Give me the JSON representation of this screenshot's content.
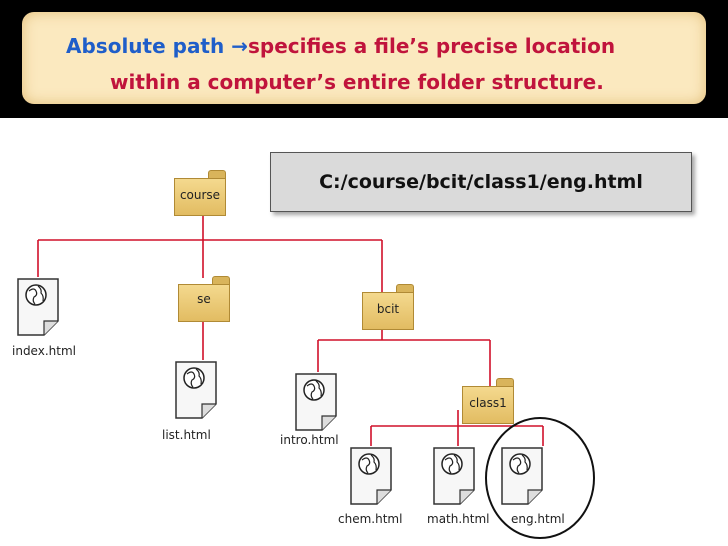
{
  "banner": {
    "term": "Absolute path",
    "arrow": "→",
    "definition_1": "specifies a file’s precise location",
    "definition_2": "within a computer’s entire folder structure."
  },
  "path_example": "C:/course/bcit/class1/eng.html",
  "folders": {
    "course": "course",
    "se": "se",
    "bcit": "bcit",
    "class1": "class1"
  },
  "files": {
    "index": "index.html",
    "list": "list.html",
    "intro": "intro.html",
    "chem": "chem.html",
    "math": "math.html",
    "eng": "eng.html"
  },
  "colors": {
    "connector": "#d0102a",
    "banner_bg": "#fbe9bf",
    "term": "#1f5ec9",
    "definition": "#c0143c"
  },
  "icons": {
    "folder": "folder-icon",
    "web_file": "html-file-globe-icon"
  }
}
